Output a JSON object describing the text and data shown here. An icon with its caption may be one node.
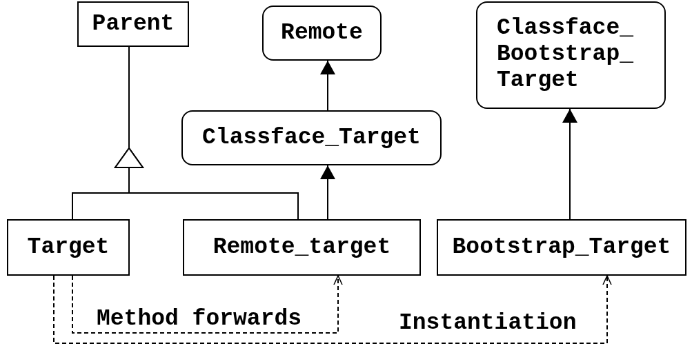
{
  "diagram": {
    "nodes": [
      {
        "text": [
          "Parent"
        ]
      },
      {
        "text": [
          "Remote"
        ]
      },
      {
        "text": [
          "Classface_Bootstrap_Target"
        ]
      },
      {
        "text": [
          "Classface_Target"
        ]
      },
      {
        "text": [
          "Target"
        ]
      },
      {
        "text": [
          "Remote_target"
        ]
      },
      {
        "text": [
          "Bootstrap_Target"
        ]
      }
    ],
    "edges": [
      {
        "from": 4,
        "to": 0,
        "arrow": "to"
      },
      {
        "from": 5,
        "to": 0,
        "arrow": "to"
      },
      {
        "from": 5,
        "to": 3,
        "arrow": "to"
      },
      {
        "from": 3,
        "to": 1,
        "arrow": "to"
      },
      {
        "from": 6,
        "to": 2,
        "arrow": "to"
      },
      {
        "from": 4,
        "to": 5,
        "arrow": "to",
        "style": "dashed",
        "label": "Method forwards"
      },
      {
        "from": 4,
        "to": 6,
        "arrow": "to",
        "style": "dashed",
        "label": "Instantiation"
      }
    ]
  }
}
